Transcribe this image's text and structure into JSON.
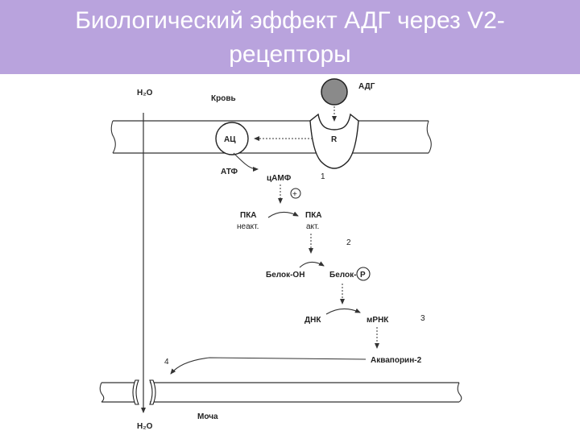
{
  "slide": {
    "title_line1": "Биологический эффект АДГ через V2-",
    "title_line2": "рецепторы"
  },
  "diagram": {
    "h2o_top": "H₂O",
    "h2o_bottom": "H₂O",
    "blood": "Кровь",
    "adh": "АДГ",
    "receptor": "R",
    "ac": "АЦ",
    "atp": "АТФ",
    "camp": "цАМФ",
    "plus": "+",
    "step1": "1",
    "pka_inactive": "ПКА",
    "pka_inactive_sub": "неакт.",
    "pka_active": "ПКА",
    "pka_active_sub": "акт.",
    "step2": "2",
    "protein_oh": "Белок-ОН",
    "protein_p": "Белок-",
    "p_symbol": "P",
    "dna": "ДНК",
    "mrna": "мРНК",
    "step3": "3",
    "aquaporin": "Аквапорин-2",
    "step4": "4",
    "urine": "Моча"
  }
}
